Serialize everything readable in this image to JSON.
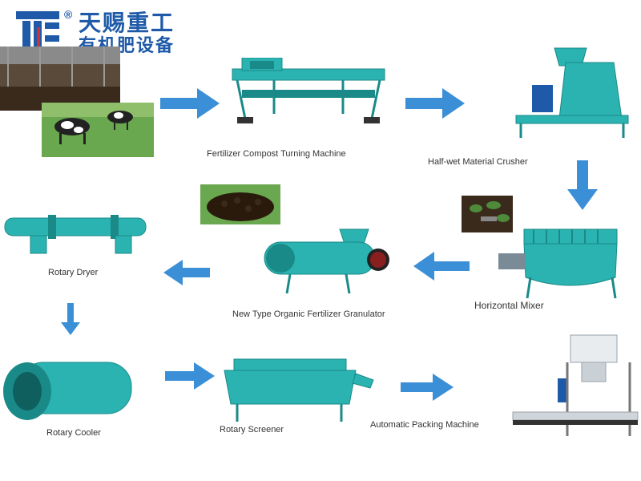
{
  "brand": {
    "name": "天赐重工",
    "subtitle": "有机肥设备",
    "reg_mark": "®"
  },
  "steps": {
    "compost_turner": "Fertilizer Compost Turning Machine",
    "crusher": "Half-wet Material Crusher",
    "mixer": "Horizontal Mixer",
    "granulator": "New Type Organic Fertilizer Granulator",
    "dryer": "Rotary Dryer",
    "cooler": "Rotary Cooler",
    "screener": "Rotary Screener",
    "packing": "Automatic Packing Machine"
  },
  "colors": {
    "machine": "#2bb3b1",
    "machine_dark": "#1a8a88",
    "arrow": "#3b8fd6",
    "brand": "#1e5aa8",
    "grass": "#6aa84f",
    "soil": "#3a2a1c"
  }
}
